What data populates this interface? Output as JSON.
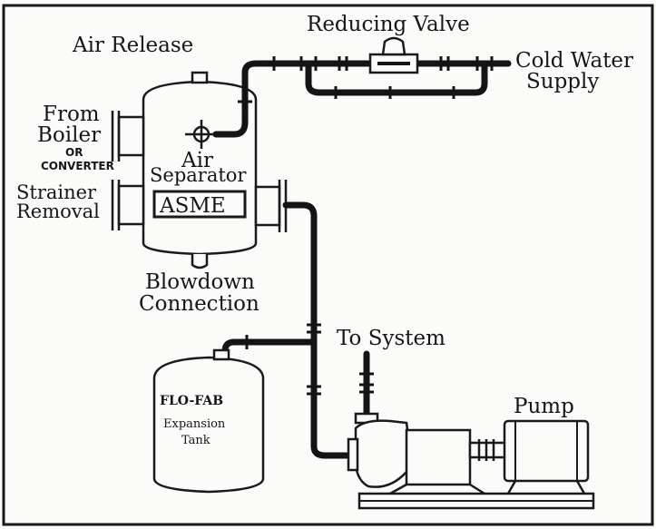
{
  "diagram": {
    "labels": {
      "reducing_valve": "Reducing Valve",
      "cold_water": "Cold Water",
      "supply": "Supply",
      "air_release": "Air Release",
      "from": "From",
      "boiler": "Boiler",
      "or": "OR",
      "converter": "CONVERTER",
      "strainer": "Strainer",
      "removal": "Removal",
      "air": "Air",
      "separator": "Separator",
      "asme": "ASME",
      "blowdown": "Blowdown",
      "connection": "Connection",
      "to_system": "To System",
      "pump": "Pump",
      "flofab": "FLO-FAB",
      "expansion": "Expansion",
      "tank": "Tank"
    }
  }
}
